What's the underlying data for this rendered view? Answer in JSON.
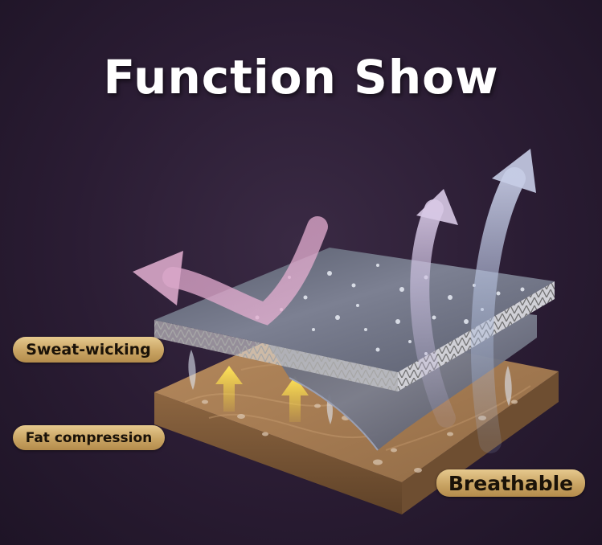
{
  "title": "Function Show",
  "labels": {
    "sweat_wicking": "Sweat-wicking",
    "fat_compression": "Fat compression",
    "breathable": "Breathable"
  },
  "colors": {
    "background": "#2a1c33",
    "label_gold": "#c9a463",
    "label_text": "#1a1208",
    "fabric_top": "#6a6e7e",
    "skin": "#a98056",
    "arrow_pink": "#d9a7c9",
    "arrow_blue": "#a9b8d8",
    "arrow_yellow": "#f5d23a"
  },
  "icons": [
    "sweat-wicking-arrow",
    "breathable-arrow",
    "compression-arrow",
    "sweat-droplet"
  ]
}
